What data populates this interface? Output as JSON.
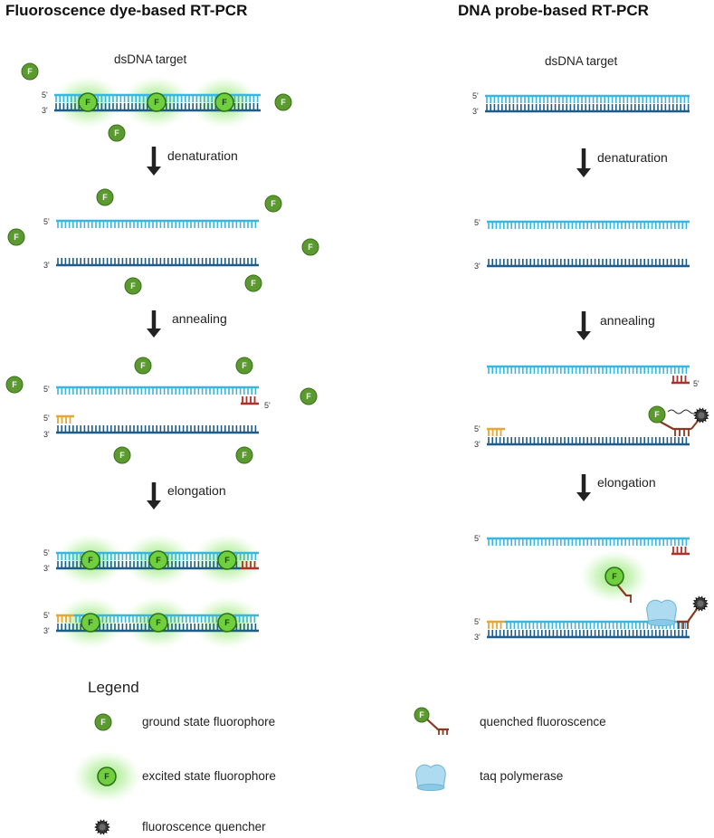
{
  "titles": {
    "left": "Fluoroscence dye-based RT-PCR",
    "right": "DNA probe-based RT-PCR"
  },
  "target_label": "dsDNA target",
  "steps": {
    "denaturation": "denaturation",
    "annealing": "annealing",
    "elongation": "elongation"
  },
  "ends": {
    "five": "5'",
    "three": "3'"
  },
  "fluor_letter": "F",
  "legend": {
    "title": "Legend",
    "ground": "ground state fluorophore",
    "excited": "excited state fluorophore",
    "quencher": "fluoroscence quencher",
    "quenched": "quenched fluoroscence",
    "taq": "taq polymerase"
  },
  "colors": {
    "strand_light": "#3bb6de",
    "strand_dark": "#1f5c8a",
    "primer_orange": "#e8a634",
    "primer_red": "#b0302a",
    "probe_brown": "#8a3a22",
    "fluor_green": "#5a9a2e",
    "glow_green": "#8fe66b",
    "quencher": "#3a3a3a",
    "taq": "#a8d8ef"
  }
}
